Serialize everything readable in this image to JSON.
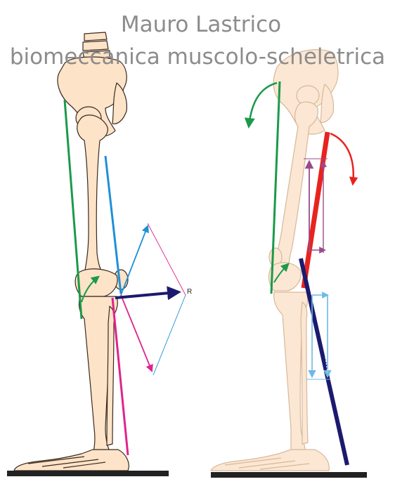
{
  "watermark": {
    "author": "Mauro Lastrico",
    "subtitle": "biomeccanica muscolo-scheletrica"
  },
  "labels": {
    "resultant": "R"
  },
  "colors": {
    "bone_fill": "#fde3c7",
    "bone_stroke": "#3a2a20",
    "bone_faded_fill": "#fbe7d3",
    "bone_faded_stroke": "#d8b89a",
    "hamstring_line": "#1a9a4a",
    "quadriceps_line": "#1e90d6",
    "gastrocnemius_line": "#e0238c",
    "resultant_vector": "#1c1a6e",
    "force_red": "#e8231f",
    "tibialis_navy": "#1c1a6e",
    "vector_purple": "#9a4a8a",
    "vector_light_blue": "#6fb8e8",
    "ground": "#222222"
  }
}
